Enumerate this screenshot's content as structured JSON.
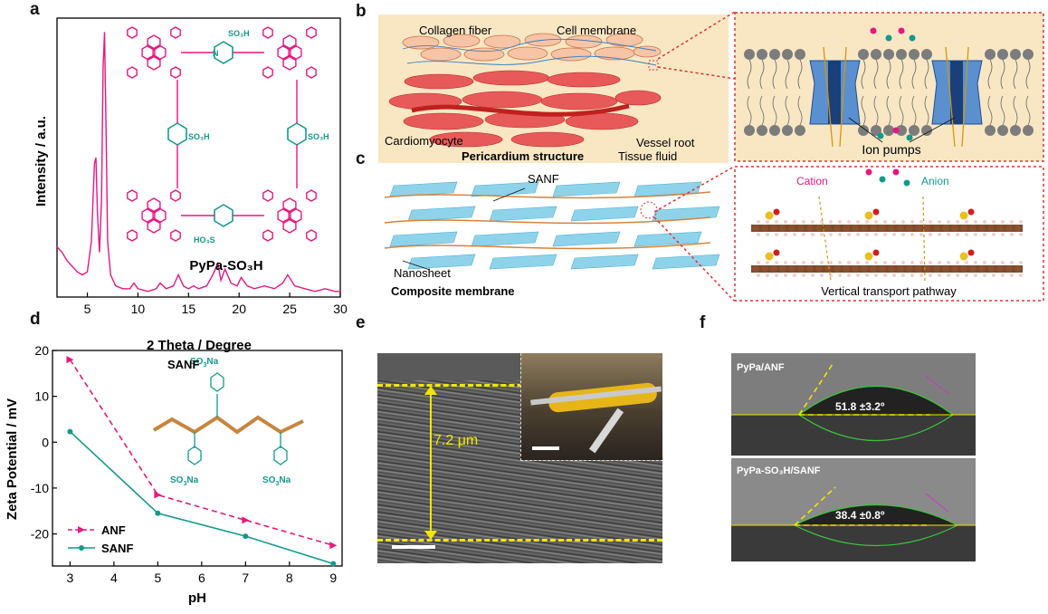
{
  "panel_labels": {
    "a": "a",
    "b": "b",
    "c": "c",
    "d": "d",
    "e": "e",
    "f": "f"
  },
  "colors": {
    "pink": "#e8177f",
    "teal": "#139a8c",
    "fiber": "#d9833a",
    "membrane_bg": "#f9e7c4",
    "red_dotted": "#e33030"
  },
  "panel_a": {
    "compound_label": "PyPa-SO₃H",
    "sulfonic_group": "SO₃H",
    "sulfonic_group_alt": "HO₃S",
    "nitrogen": "N"
  },
  "panel_b": {
    "labels": {
      "collagen": "Collagen fiber",
      "cell_membrane": "Cell membrane",
      "cardiomyocyte": "Cardiomyocyte",
      "vessel_root": "Vessel root",
      "tissue_fluid": "Tissue fluid",
      "structure": "Pericardium structure",
      "ion_pumps": "Ion pumps"
    }
  },
  "panel_c": {
    "labels": {
      "sanf": "SANF",
      "nanosheet": "Nanosheet",
      "composite": "Composite membrane",
      "cation": "Cation",
      "anion": "Anion",
      "pathway": "Vertical transport pathway"
    }
  },
  "panel_e": {
    "thickness": "7.2 μm"
  },
  "panel_f": {
    "samples": [
      {
        "name": "PyPa/ANF",
        "angle": "51.8 ±3.2º"
      },
      {
        "name": "PyPa-SO₃H/SANF",
        "angle": "38.4 ±0.8º"
      }
    ]
  },
  "chart_data": [
    {
      "type": "line",
      "panel": "a",
      "xlabel": "2 Theta / Degree",
      "ylabel": "Intensity / a.u.",
      "xlim": [
        2,
        30
      ],
      "xticks": [
        5,
        10,
        15,
        20,
        25,
        30
      ],
      "series": [
        {
          "color": "#e8177f",
          "x": [
            2.0,
            2.5,
            3.0,
            3.5,
            4.0,
            4.5,
            5.0,
            5.4,
            5.7,
            5.85,
            6.0,
            6.2,
            6.4,
            6.55,
            6.7,
            6.85,
            7.0,
            7.3,
            7.8,
            8.5,
            9.2,
            9.6,
            10.0,
            11.0,
            11.8,
            12.2,
            12.8,
            13.5,
            14.0,
            14.5,
            15.0,
            15.5,
            16.0,
            16.8,
            17.4,
            17.9,
            18.2,
            18.6,
            19.2,
            19.8,
            20.2,
            20.8,
            21.5,
            22.5,
            23.5,
            24.3,
            24.8,
            25.5,
            26.5,
            27.5,
            28.5,
            29.5,
            30.0
          ],
          "y": [
            0.18,
            0.16,
            0.13,
            0.11,
            0.09,
            0.08,
            0.09,
            0.2,
            0.48,
            0.5,
            0.3,
            0.16,
            0.35,
            0.82,
            0.95,
            0.6,
            0.2,
            0.08,
            0.04,
            0.03,
            0.03,
            0.05,
            0.03,
            0.02,
            0.03,
            0.05,
            0.03,
            0.04,
            0.08,
            0.04,
            0.03,
            0.04,
            0.03,
            0.04,
            0.08,
            0.12,
            0.06,
            0.1,
            0.05,
            0.04,
            0.07,
            0.04,
            0.03,
            0.04,
            0.03,
            0.05,
            0.08,
            0.04,
            0.03,
            0.02,
            0.03,
            0.02,
            0.02
          ]
        }
      ]
    },
    {
      "type": "line",
      "panel": "d",
      "xlabel": "pH",
      "ylabel": "Zeta Potential / mV",
      "xlim": [
        2.6,
        9.2
      ],
      "ylim": [
        -27,
        20
      ],
      "xticks": [
        3,
        4,
        5,
        6,
        7,
        8,
        9
      ],
      "yticks": [
        20,
        10,
        0,
        -10,
        -20
      ],
      "legend": "bottom-left",
      "inset_label": "SANF",
      "x": [
        3,
        5,
        7,
        9
      ],
      "series": [
        {
          "name": "ANF",
          "color": "#e8177f",
          "dash": true,
          "marker": "triangle",
          "values": [
            18,
            -11.5,
            -17,
            -22.5
          ]
        },
        {
          "name": "SANF",
          "color": "#139a8c",
          "dash": false,
          "marker": "circle",
          "values": [
            2.3,
            -15.5,
            -20.5,
            -26.5
          ]
        }
      ]
    }
  ]
}
